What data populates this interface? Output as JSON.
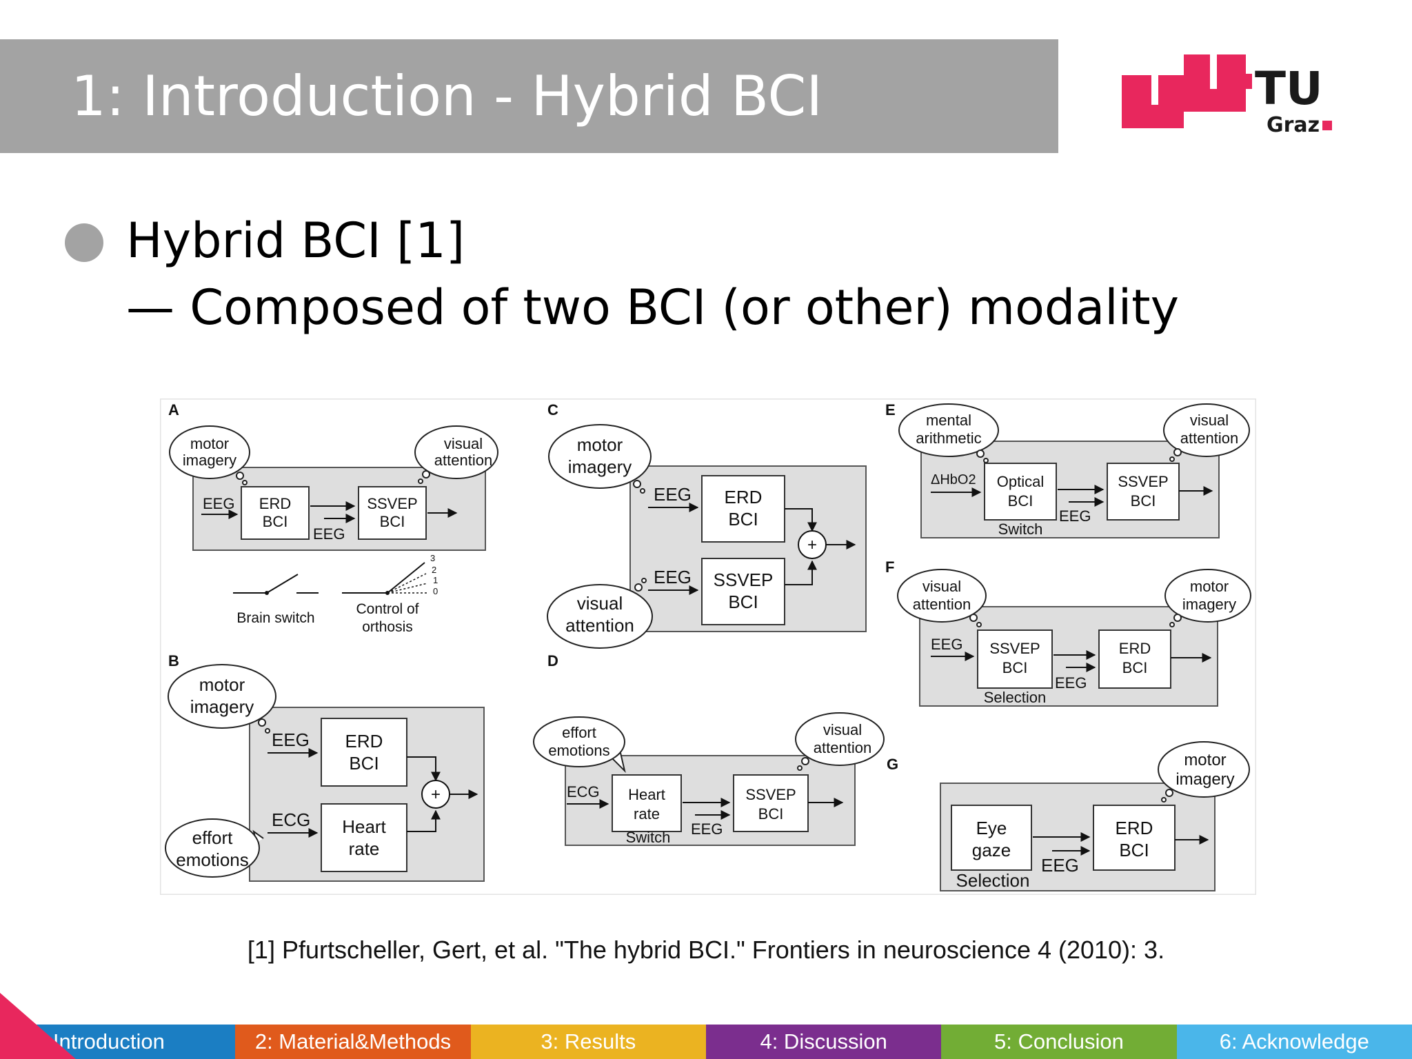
{
  "slide": {
    "title": "1: Introduction - Hybrid BCI",
    "bullet": "Hybrid BCI [1]",
    "sub_bullet": "— Composed of two BCI (or other) modality",
    "reference": "[1] Pfurtscheller, Gert, et al. \"The hybrid BCI.\" Frontiers in neuroscience 4 (2010): 3."
  },
  "logo": {
    "line1": "TU",
    "line2": "Graz",
    "color": "#e8275d"
  },
  "colors": {
    "title_bar": "#a3a3a3",
    "accent": "#e8275d"
  },
  "figure": {
    "panels": {
      "A": {
        "letter": "A",
        "cloud_left": [
          "motor",
          "imagery"
        ],
        "cloud_right": [
          "visual",
          "attention"
        ],
        "input": "EEG",
        "box1": [
          "ERD",
          "BCI"
        ],
        "box2": [
          "SSVEP",
          "BCI"
        ],
        "link": "EEG",
        "switch_label": "Brain switch",
        "orthosis_label": [
          "Control of",
          "orthosis"
        ],
        "levels": [
          "3",
          "2",
          "1",
          "0"
        ]
      },
      "B": {
        "letter": "B",
        "cloud": [
          "motor",
          "imagery"
        ],
        "speech": [
          "effort",
          "emotions"
        ],
        "input1": "EEG",
        "input2": "ECG",
        "box1": [
          "ERD",
          "BCI"
        ],
        "box2": [
          "Heart",
          "rate"
        ],
        "plus": "+"
      },
      "C": {
        "letter": "C",
        "cloud1": [
          "motor",
          "imagery"
        ],
        "cloud2": [
          "visual",
          "attention"
        ],
        "input1": "EEG",
        "input2": "EEG",
        "box1": [
          "ERD",
          "BCI"
        ],
        "box2": [
          "SSVEP",
          "BCI"
        ],
        "plus": "+"
      },
      "D": {
        "letter": "D",
        "speech": [
          "effort",
          "emotions"
        ],
        "cloud": [
          "visual",
          "attention"
        ],
        "input": "ECG",
        "box1": [
          "Heart",
          "rate"
        ],
        "box2": [
          "SSVEP",
          "BCI"
        ],
        "link": "EEG",
        "caption": "Switch"
      },
      "E": {
        "letter": "E",
        "cloud1": [
          "mental",
          "arithmetic"
        ],
        "cloud2": [
          "visual",
          "attention"
        ],
        "input": "ΔHbO2",
        "box1": [
          "Optical",
          "BCI"
        ],
        "box2": [
          "SSVEP",
          "BCI"
        ],
        "link": "EEG",
        "caption": "Switch"
      },
      "F": {
        "letter": "F",
        "cloud1": [
          "visual",
          "attention"
        ],
        "cloud2": [
          "motor",
          "imagery"
        ],
        "input": "EEG",
        "box1": [
          "SSVEP",
          "BCI"
        ],
        "box2": [
          "ERD",
          "BCI"
        ],
        "link": "EEG",
        "caption": "Selection"
      },
      "G": {
        "letter": "G",
        "cloud": [
          "motor",
          "imagery"
        ],
        "box1": [
          "Eye",
          "gaze"
        ],
        "box2": [
          "ERD",
          "BCI"
        ],
        "link": "EEG",
        "caption": "Selection"
      }
    }
  },
  "nav": {
    "tabs": [
      {
        "label": "1: Introduction",
        "color": "#1b7ec3"
      },
      {
        "label": "2: Material&Methods",
        "color": "#e05a1c"
      },
      {
        "label": "3: Results",
        "color": "#ebb321"
      },
      {
        "label": "4: Discussion",
        "color": "#7b2e8e"
      },
      {
        "label": "5: Conclusion",
        "color": "#72ad35"
      },
      {
        "label": "6: Acknowledge",
        "color": "#4ab6ea"
      }
    ]
  }
}
